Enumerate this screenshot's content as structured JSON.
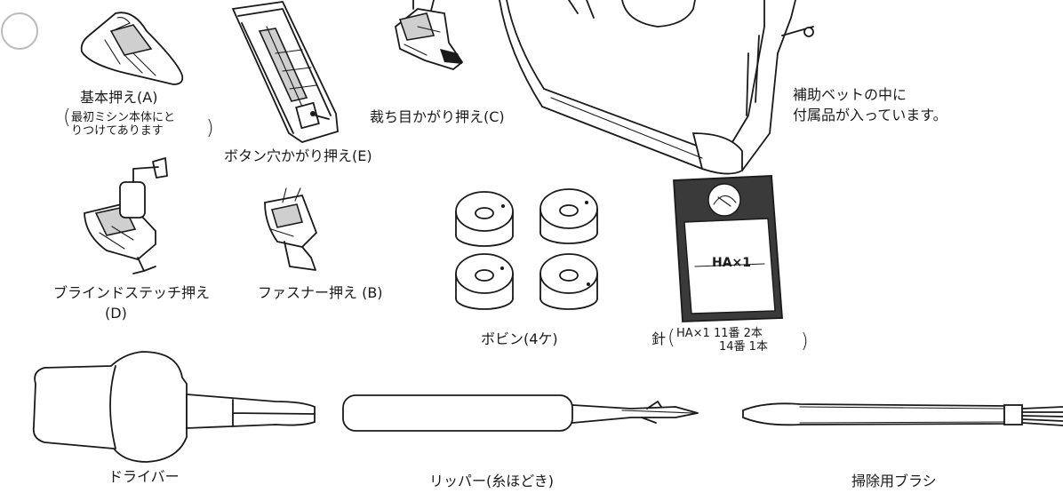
{
  "accessory_tray_note": [
    "補助ベットの中に",
    "付属品が入っています。"
  ],
  "items": {
    "basic_foot": {
      "label": "基本押え(A)",
      "note": [
        "最初ミシン本体にと",
        "りつけてあります"
      ]
    },
    "overcasting_foot": {
      "label": "裁ち目かがり押え(C)"
    },
    "buttonhole_foot": {
      "label": "ボタン穴かがり押え(E)"
    },
    "blindstitch_foot": {
      "label": "ブラインドステッチ押え",
      "label_line2": "(D)"
    },
    "zipper_foot": {
      "label": "ファスナー押え (B)"
    },
    "bobbins": {
      "label": "ボビン(4ケ)"
    },
    "needles": {
      "label": "針",
      "pack_text": "HA×1",
      "spec_line1": "HA×1 11番 2本",
      "spec_line2": "14番 1本"
    },
    "screwdriver": {
      "label": "ドライバー"
    },
    "seam_ripper": {
      "label": "リッパー(糸ほどき)"
    },
    "brush": {
      "label": "掃除用ブラシ"
    }
  }
}
